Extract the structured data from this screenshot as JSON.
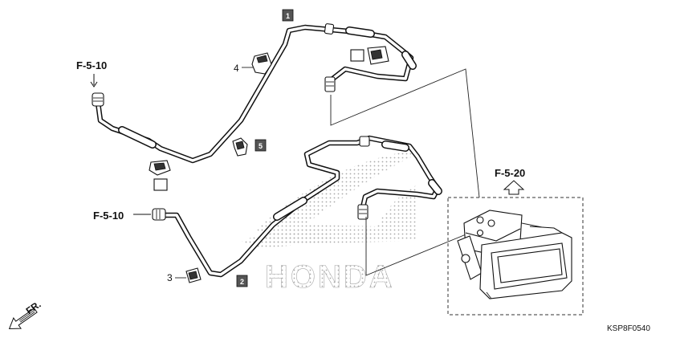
{
  "diagram": {
    "refs": {
      "f510_top": "F-5-10",
      "f510_mid": "F-5-10",
      "f520": "F-5-20"
    },
    "callouts": {
      "c1": "1",
      "c2": "2",
      "c3": "3",
      "c4": "4",
      "c5": "5"
    },
    "watermark": "HONDA",
    "direction_label": "FR.",
    "figure_code": "KSP8F0540"
  },
  "colors": {
    "line": "#111111",
    "callout_box": "#555555",
    "watermark_dots": "#9a9a9a"
  },
  "icons": [
    "arrow-up-icon",
    "arrow-down-left-icon",
    "abs-modulator-icon",
    "pipe-clamp-icon",
    "hose-clip-icon"
  ]
}
